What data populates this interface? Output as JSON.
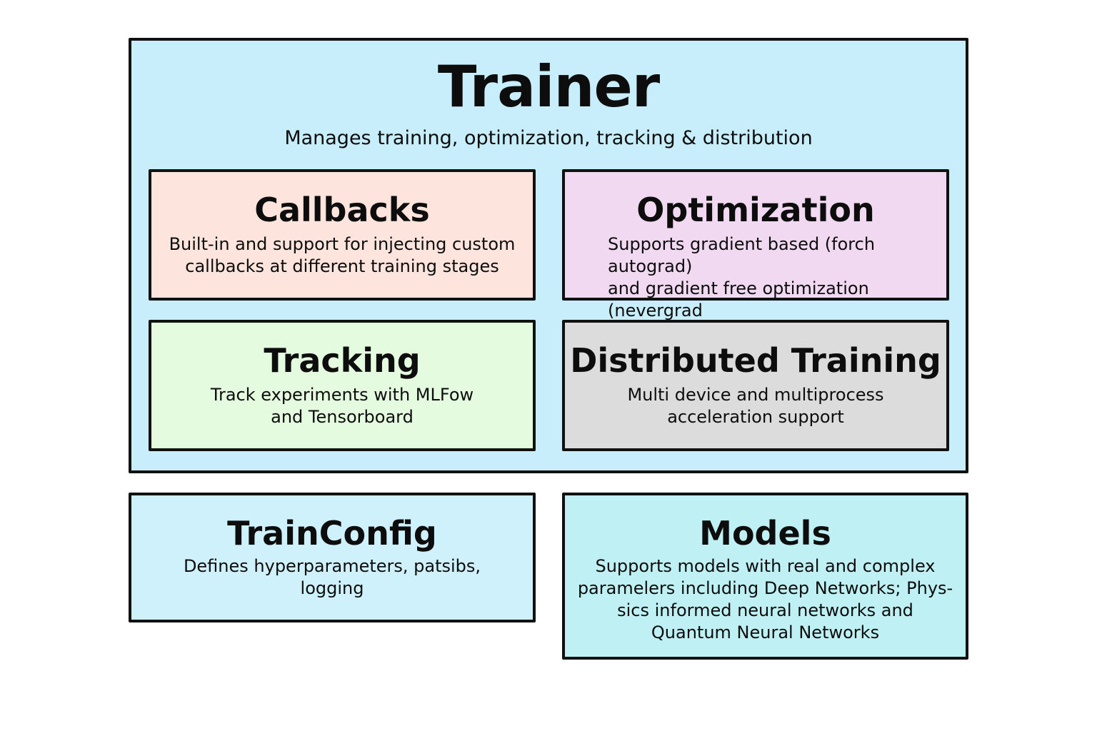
{
  "trainer": {
    "title": "Trainer",
    "subtitle": "Manages training, optimization, tracking & distribution",
    "color": "#c8eefb"
  },
  "cards": {
    "callbacks": {
      "title": "Callbacks",
      "description": "Built-in and support for injecting custom\ncallbacks at different training stages",
      "color": "#fde4dc"
    },
    "optimization": {
      "title": "Optimization",
      "description": "Supports gradient based (forch autograd)\nand gradient free optimization (nevergrad",
      "color": "#f2d9f2"
    },
    "tracking": {
      "title": "Tracking",
      "description": "Track experiments with MLFow\nand Tensorboard",
      "color": "#e4fbdf"
    },
    "distributed": {
      "title": "Distributed Training",
      "description": "Multi device and multiprocess\nacceleration support",
      "color": "#dcdcdc"
    }
  },
  "trainconfig": {
    "title": "TrainConfig",
    "description": "Defines hyperparameters, patsibs,\nlogging",
    "color": "#cff1fc"
  },
  "models": {
    "title": "Models",
    "description": "Supports models with real and complex\nparamelers including Deep Networks; Phys-\nsics informed neural networks and\nQuantum Neural Networks",
    "color": "#bff0f3"
  }
}
